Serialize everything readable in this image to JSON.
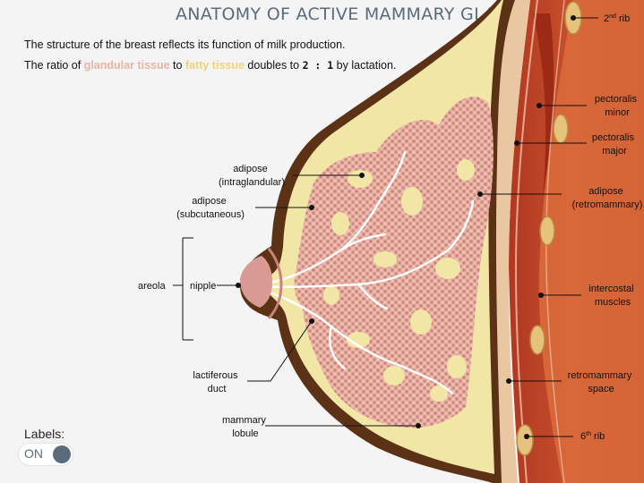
{
  "title": "ANATOMY OF ACTIVE MAMMARY GLAND",
  "intro": {
    "line1": "The structure of the breast reflects its function of milk production.",
    "line2_prefix": "The ratio of ",
    "glandular": "glandular tissue",
    "line2_to": " to ",
    "fatty": "fatty tissue",
    "line2_mid": " doubles to ",
    "ratio": "2 : 1",
    "line2_suffix": " by lactation.",
    "colors": {
      "glandular": "#e9b3a6",
      "fatty": "#efd27a"
    }
  },
  "labels": {
    "rib2_num": "2",
    "rib2_sup": "nd",
    "rib2_word": " rib",
    "pectoralis_minor": [
      "pectoralis",
      "minor"
    ],
    "pectoralis_major": [
      "pectoralis",
      "major"
    ],
    "adipose_intraglandular": [
      "adipose",
      "(intraglandular)"
    ],
    "adipose_subcutaneous": [
      "adipose",
      "(subcutaneous)"
    ],
    "adipose_retromammary": [
      "adipose",
      "(retromammary)"
    ],
    "areola": "areola",
    "nipple": "nipple",
    "intercostal_muscles": [
      "intercostal",
      "muscles"
    ],
    "lactiferous_duct": [
      "lactiferous",
      "duct"
    ],
    "retromammary_space": [
      "retromammary",
      "space"
    ],
    "mammary_lobule": [
      "mammary",
      "lobule"
    ],
    "rib6_num": "6",
    "rib6_sup": "th",
    "rib6_word": " rib"
  },
  "toggle": {
    "title": "Labels:",
    "state": "ON"
  }
}
